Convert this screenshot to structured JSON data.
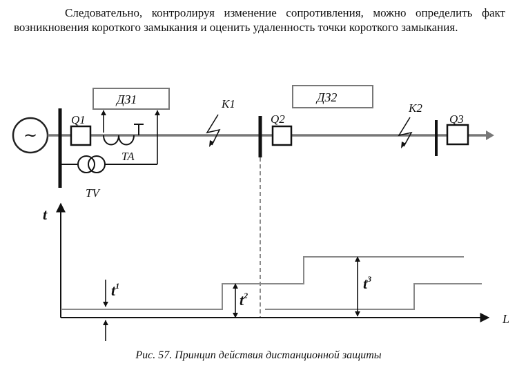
{
  "paragraph": "Следовательно, контролируя изменение сопротивления, можно определить факт возникновения короткого замыкания и оценить удаленность точки короткого замыкания.",
  "diagram": {
    "source_symbol": "~",
    "relay_1": "ДЗ1",
    "relay_2": "ДЗ2",
    "breakers": [
      "Q1",
      "Q2",
      "Q3"
    ],
    "current_transformer": "TA",
    "voltage_transformer": "TV",
    "faults": [
      "K1",
      "K2"
    ]
  },
  "chart": {
    "y_axis_label": "t",
    "x_axis_label": "L",
    "t1": "1",
    "t2": "2",
    "t3": "3"
  },
  "caption": "Рис. 57. Принцип действия дистанционной защиты"
}
